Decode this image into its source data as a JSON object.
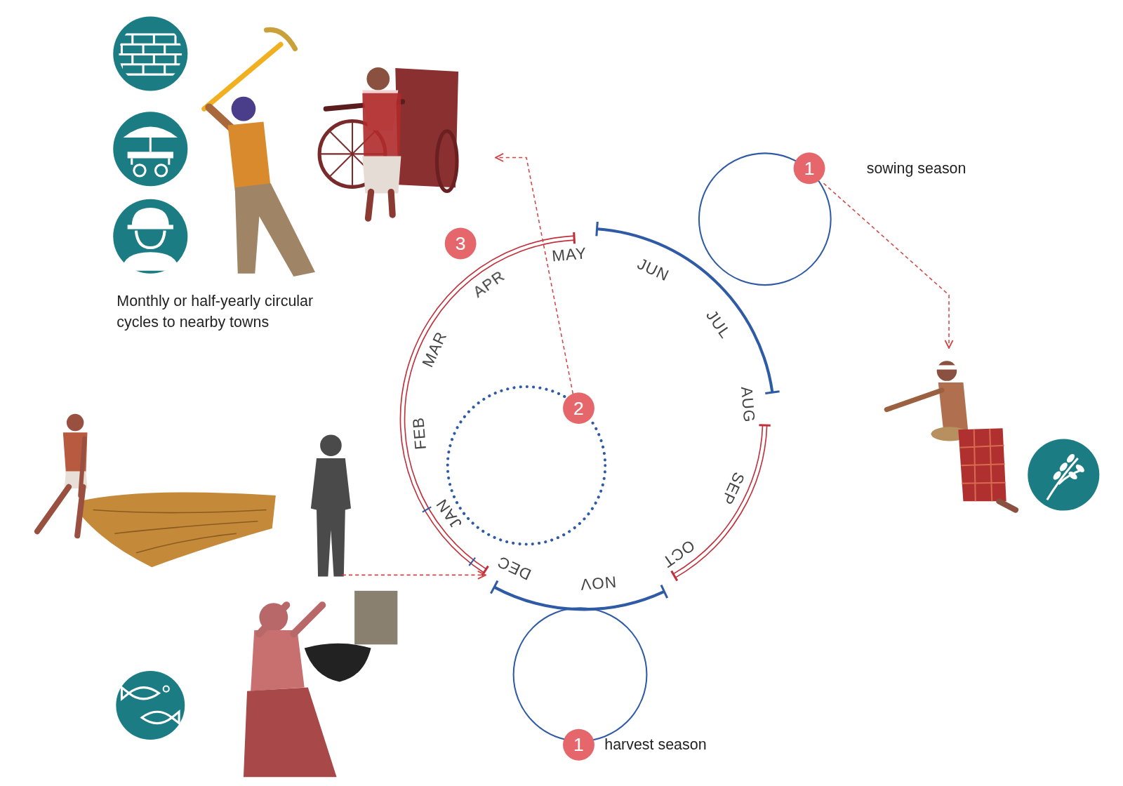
{
  "diagram": {
    "nodes": [
      {
        "text": [
          "3"
        ]
      },
      {
        "text": [
          "1",
          "sowing season"
        ]
      },
      {
        "text": [
          "2"
        ]
      },
      {
        "text": [
          "1",
          "harvest season"
        ]
      }
    ],
    "labels": [
      "Monthly or half-yearly circular cycles to nearby towns",
      "MAY",
      "JUN",
      "JUL",
      "AUG",
      "SEP",
      "OCT",
      "NOV",
      "DEC",
      "JAN",
      "FEB",
      "MAR",
      "APR"
    ]
  }
}
